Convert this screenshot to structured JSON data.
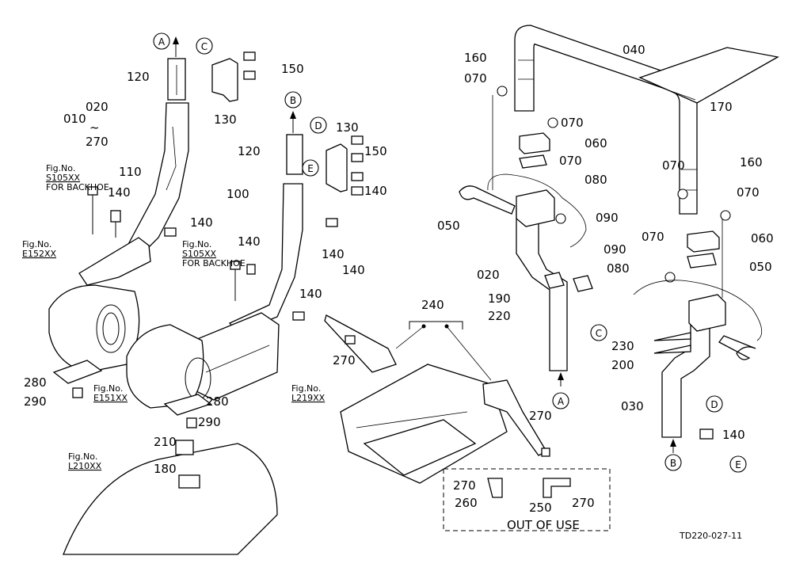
{
  "part_labels": [
    "010",
    "020",
    "270",
    "120",
    "150",
    "130",
    "110",
    "140",
    "140",
    "120",
    "130",
    "150",
    "140",
    "100",
    "140",
    "140",
    "140",
    "140",
    "280",
    "290",
    "280",
    "290",
    "210",
    "180",
    "240",
    "270",
    "270",
    "270",
    "260",
    "250",
    "270",
    "040",
    "160",
    "070",
    "070",
    "060",
    "070",
    "080",
    "090",
    "050",
    "020",
    "190",
    "220",
    "170",
    "160",
    "070",
    "070",
    "060",
    "070",
    "090",
    "080",
    "050",
    "230",
    "200",
    "030",
    "140"
  ],
  "ref_letters": [
    "A",
    "C",
    "B",
    "D",
    "E",
    "C",
    "A",
    "D",
    "B",
    "E"
  ],
  "fig_refs": [
    {
      "line1": "Fig.No.",
      "line2": "S105XX",
      "line3": "FOR BACKHOE"
    },
    {
      "line1": "Fig.No.",
      "line2": "E152XX"
    },
    {
      "line1": "Fig.No.",
      "line2": "S105XX",
      "line3": "FOR BACKHOE"
    },
    {
      "line1": "Fig.No.",
      "line2": "E151XX"
    },
    {
      "line1": "Fig.No.",
      "line2": "L219XX"
    },
    {
      "line1": "Fig.No.",
      "line2": "L210XX"
    }
  ],
  "range_tilde": "~",
  "out_of_use": "OUT OF USE",
  "drawing_code": "TD220-027-11"
}
